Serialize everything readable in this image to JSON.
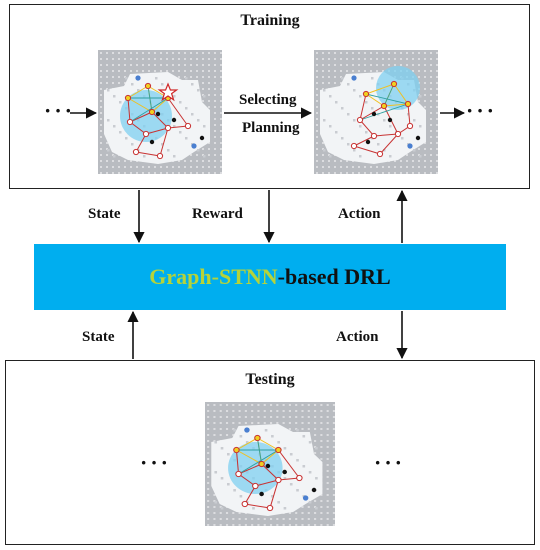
{
  "training": {
    "title": "Training",
    "left_dots": "···",
    "right_dots": "···",
    "arrow_label_top": "Selecting",
    "arrow_label_bottom": "Planning"
  },
  "drl": {
    "highlight": "Graph-STNN",
    "rest": "-based DRL",
    "highlight_color": "#b5d33a",
    "box_color": "#00aeef"
  },
  "flows": {
    "state_down": "State",
    "reward_down": "Reward",
    "action_up": "Action",
    "state_up": "State",
    "action_down": "Action"
  },
  "testing": {
    "title": "Testing",
    "left_dots": "···",
    "right_dots": "···"
  }
}
